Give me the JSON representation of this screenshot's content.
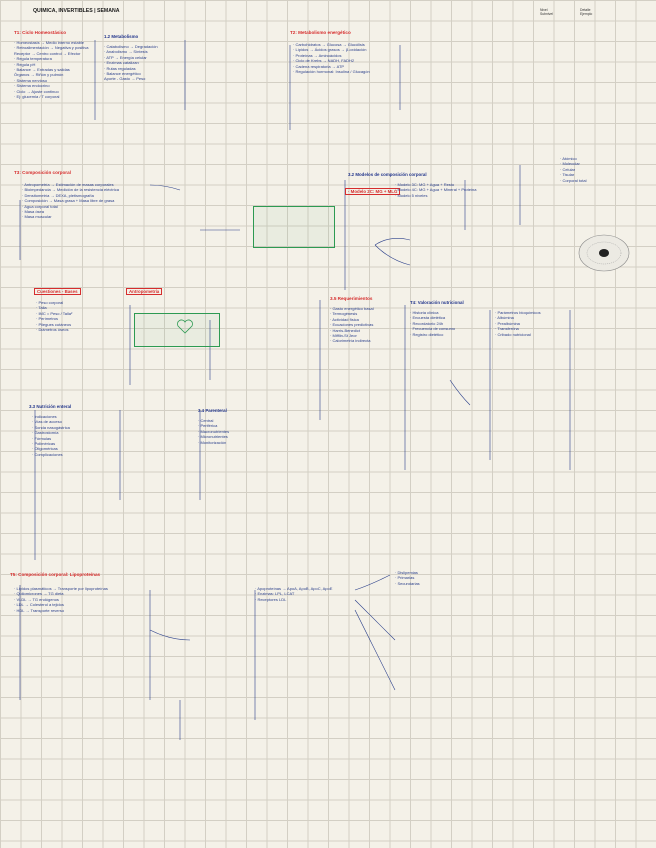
{
  "header": {
    "title": "QUIMICA, INVERTIBLES | SEMANA"
  },
  "legend": {
    "a": "Nivel",
    "b": "Subnivel",
    "c": "Detalle",
    "d": "Ejemplo"
  },
  "sections": {
    "s1": {
      "title": "T1: Ciclo Homeostásico",
      "lines": [
        "· Homeostasis → Medio interno estable",
        "· Retroalimentación → Negativa y positiva",
        "  Receptor → Centro control → Efector",
        "  · Regula temperatura",
        "  · Regula pH",
        "· Balance → Entradas y salidas",
        "  Órganos → Riñón y pulmón",
        "  · Sistema nervioso",
        "  · Sistema endocrino",
        "· Ciclo → Ajuste continuo",
        "  · Ej: glucemia / T corporal"
      ]
    },
    "s2": {
      "title": "1.2 Metabolismo",
      "lines": [
        "· Catabolismo → Degradación",
        "· Anabolismo → Síntesis",
        "· ATP → Energía celular",
        "  · Enzimas catalizan",
        "  · Rutas reguladas",
        "· Balance energético",
        "  Aporte - Gasto → Peso"
      ]
    },
    "s3": {
      "title": "T2: Metabolismo energético",
      "lines": [
        "· Carbohidratos → Glucosa → Glucólisis",
        "· Lípidos → Ácidos grasos → β-oxidación",
        "· Proteínas → Aminoácidos",
        "· Ciclo de Krebs → NADH, FADH2",
        "· Cadena respiratoria → ATP",
        "· Regulación hormonal: Insulina / Glucagón"
      ]
    },
    "s4": {
      "title": "T3: Composición corporal",
      "lines": [
        "· Antropometría → Estimación de masas corporales",
        "· Bioimpedancia → Medición de la resistencia eléctrica",
        "· Densitometría → DEXA, pletismografía",
        "· Composición → Masa grasa + Masa libre de grasa",
        "  · Agua corporal total",
        "  · Masa ósea",
        "  · Masa muscular"
      ]
    },
    "s5": {
      "title": "3.2 Modelos de composición corporal",
      "lines": [
        "· Modelo 2C: MG + MLG",
        "· Modelo 3C: MG + Agua + Resto",
        "· Modelo 4C: MG + Agua + Mineral + Proteína",
        "· Modelo 5 niveles",
        "  · Atómico",
        "  · Molecular",
        "  · Celular",
        "  · Tisular",
        "  · Corporal total"
      ]
    },
    "s6": {
      "redbox1": "Cuestiones - Bases",
      "redbox2": "Antropometría",
      "lines": [
        "· Peso corporal",
        "· Talla",
        "· IMC = Peso / Talla²",
        "· Perímetros",
        "· Pliegues cutáneos",
        "· Diámetros óseos"
      ]
    },
    "s7": {
      "title": "3.3 Nutrición enteral",
      "lines": [
        "· Indicaciones",
        "· Vías de acceso",
        "  · Sonda nasogástrica",
        "  · Gastrostomía",
        "· Fórmulas",
        "  · Poliméricas",
        "  · Oligoméricas",
        "· Complicaciones"
      ]
    },
    "s8": {
      "title": "3.4 Parenteral",
      "lines": [
        "· Central",
        "· Periférica",
        "· Macronutrientes",
        "· Micronutrientes",
        "· Monitorización"
      ]
    },
    "s9": {
      "title": "3.5 Requerimientos",
      "lines": [
        "· Gasto energético basal",
        "· Termogénesis",
        "· Actividad física",
        "· Ecuaciones predictivas",
        "  · Harris-Benedict",
        "  · Mifflin-St Jeor",
        "· Calorimetría indirecta"
      ]
    },
    "s10": {
      "title": "T4: Valoración nutricional",
      "lines": [
        "· Historia clínica",
        "· Encuesta dietética",
        "  · Recordatorio 24h",
        "  · Frecuencia de consumo",
        "  · Registro dietético",
        "· Parámetros bioquímicos",
        "  · Albúmina",
        "  · Prealbúmina",
        "  · Transferrina",
        "· Cribado nutricional"
      ]
    },
    "s11": {
      "title": "T5: Composición corporal: Lipoproteínas",
      "lines": [
        "· Lípidos plasmáticos → Transporte por lipoproteínas",
        "· Quilomicrones → TG dieta",
        "· VLDL → TG endógenos",
        "· LDL → Colesterol a tejidos",
        "· HDL → Transporte reverso",
        "· Apoproteínas → ApoA, ApoB, ApoC, ApoE",
        "· Enzimas: LPL, LCAT",
        "· Receptores LDL",
        "· Dislipemias",
        "  · Primarias",
        "  · Secundarias"
      ]
    }
  }
}
